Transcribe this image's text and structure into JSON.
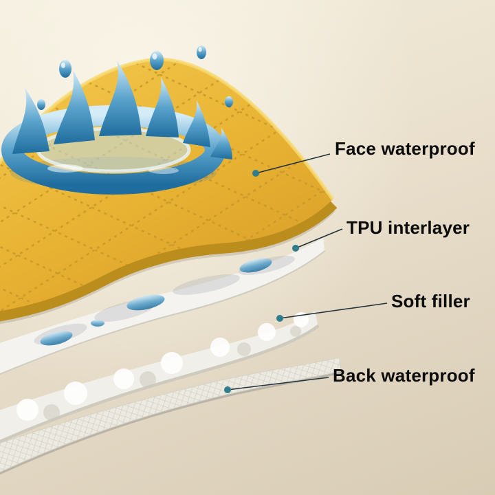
{
  "diagram": {
    "labels": [
      {
        "text": "Face waterproof"
      },
      {
        "text": "TPU interlayer"
      },
      {
        "text": "Soft filler"
      },
      {
        "text": "Back waterproof"
      }
    ],
    "colors": {
      "background": "#e9dfcc",
      "face_layer": "#e9b434",
      "tpu_layer": "#f4f3ef",
      "soft_filler": "#f1efe9",
      "back_layer": "#e9e6de",
      "water": "#4f9bc8",
      "label_text": "#0c0c0c",
      "leader_line": "#22333c",
      "leader_dot": "#2f7d8c"
    }
  }
}
